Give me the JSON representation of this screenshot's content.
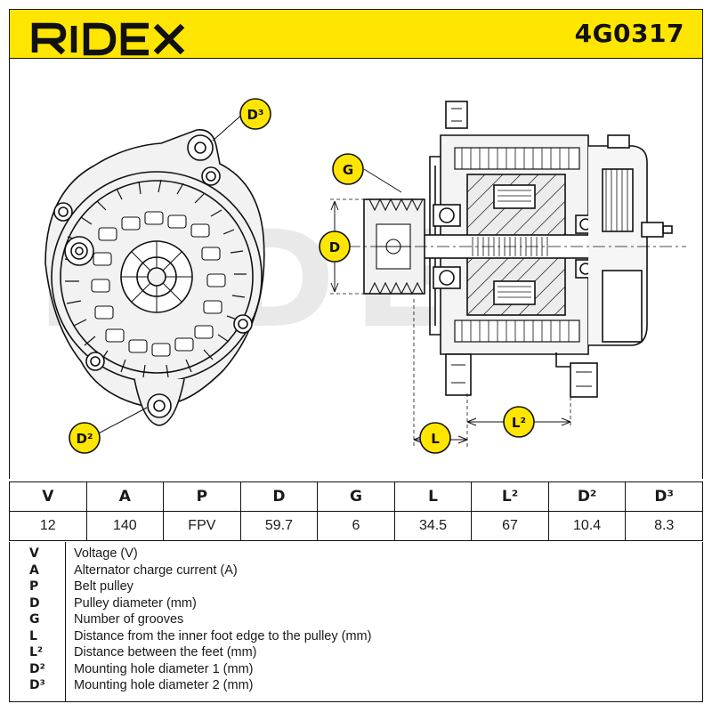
{
  "header": {
    "brand": "RIDEX",
    "part_number": "4G0317",
    "accent_color": "#ffe600"
  },
  "drawing": {
    "watermark": "RIDEX",
    "callouts": {
      "d3": "D³",
      "g": "G",
      "d": "D",
      "l": "L",
      "l2": "L²",
      "d2": "D²"
    }
  },
  "table": {
    "headers": [
      "V",
      "A",
      "P",
      "D",
      "G",
      "L",
      "L²",
      "D²",
      "D³"
    ],
    "values": [
      "12",
      "140",
      "FPV",
      "59.7",
      "6",
      "34.5",
      "67",
      "10.4",
      "8.3"
    ]
  },
  "legend": [
    {
      "sym": "V",
      "text": "Voltage (V)"
    },
    {
      "sym": "A",
      "text": "Alternator charge current (A)"
    },
    {
      "sym": "P",
      "text": "Belt pulley"
    },
    {
      "sym": "D",
      "text": "Pulley diameter (mm)"
    },
    {
      "sym": "G",
      "text": "Number of grooves"
    },
    {
      "sym": "L",
      "text": "Distance from the inner foot edge to the pulley (mm)"
    },
    {
      "sym": "L²",
      "text": "Distance between the feet (mm)"
    },
    {
      "sym": "D²",
      "text": "Mounting hole diameter 1 (mm)"
    },
    {
      "sym": "D³",
      "text": "Mounting hole diameter 2 (mm)"
    }
  ]
}
